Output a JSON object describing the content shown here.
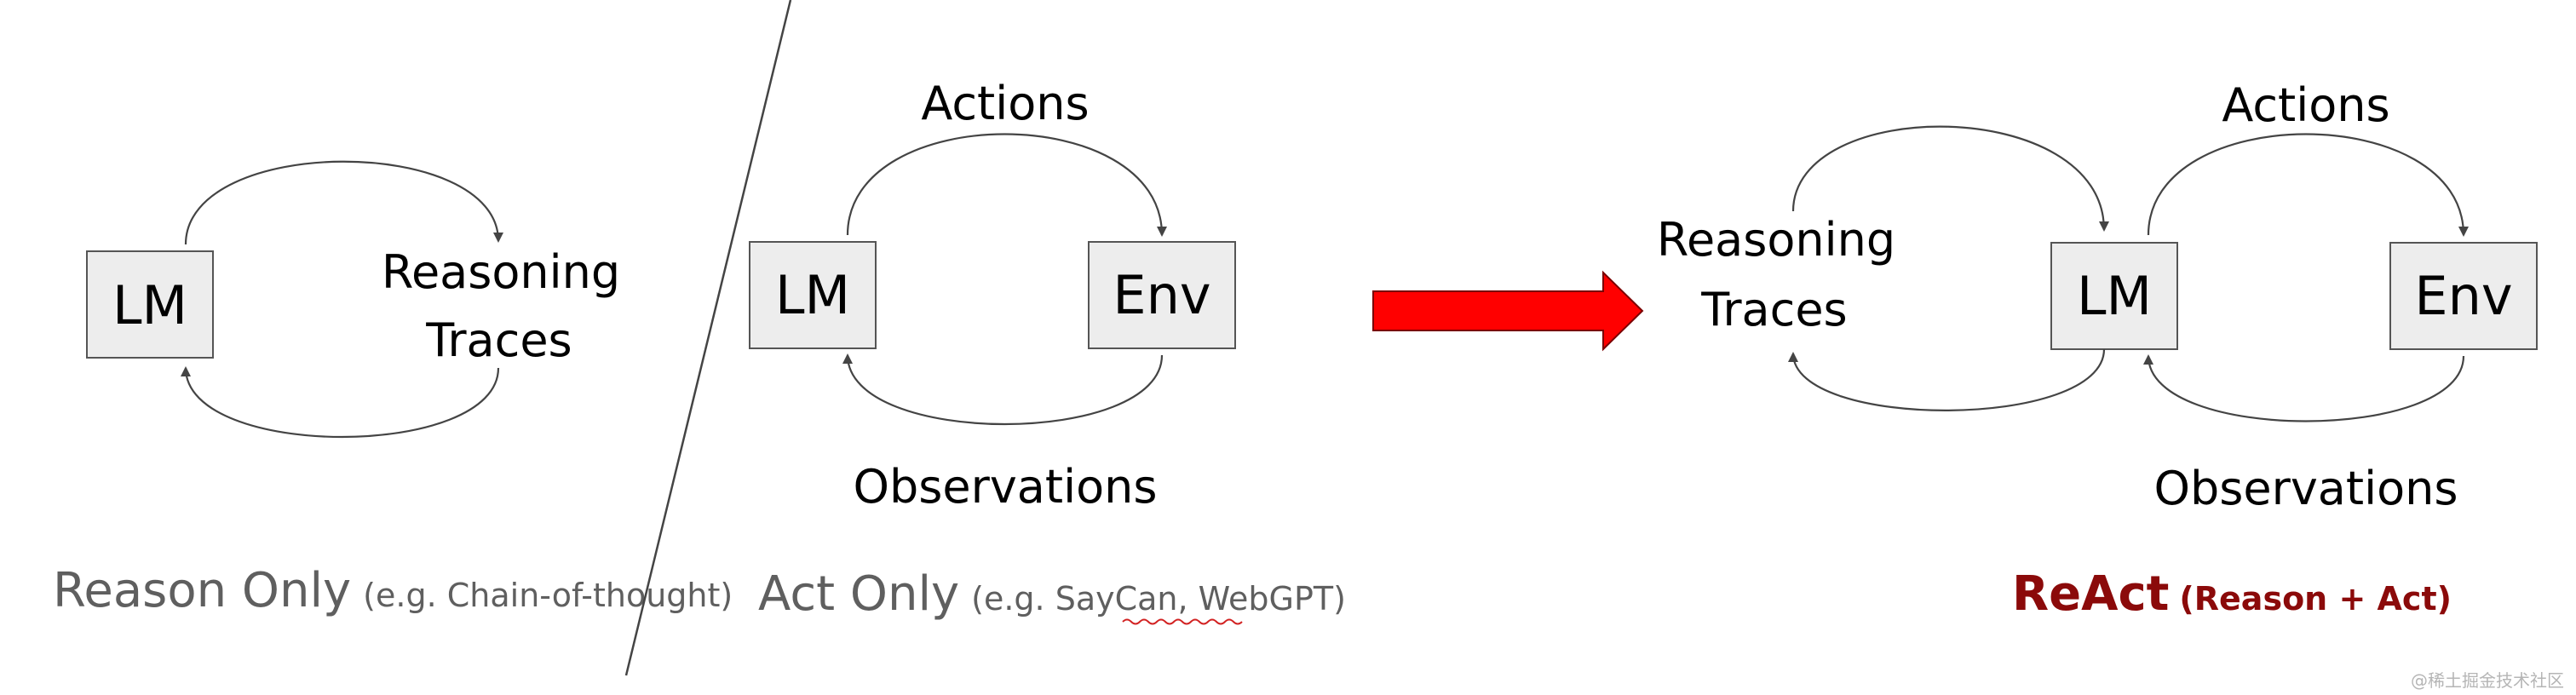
{
  "colors": {
    "box_fill": "#ededed",
    "box_stroke": "#555555",
    "arrow_stroke": "#444444",
    "caption_gray": "#5f5f5f",
    "react_red": "#8b0a0a",
    "big_arrow_red": "#ff0000",
    "spellcheck_underline": "#d22222"
  },
  "panel_reason": {
    "lm_label": "LM",
    "traces_line1": "Reasoning",
    "traces_line2": "Traces",
    "caption_main": "Reason Only",
    "caption_sub": "(e.g. Chain-of-thought)"
  },
  "panel_act": {
    "lm_label": "LM",
    "env_label": "Env",
    "actions_label": "Actions",
    "observations_label": "Observations",
    "caption_main": "Act Only",
    "caption_sub_prefix": "(e.g. SayCan, ",
    "caption_sub_webgpt": "WebGPT",
    "caption_sub_suffix": ")"
  },
  "panel_react": {
    "traces_line1": "Reasoning",
    "traces_line2": "Traces",
    "lm_label": "LM",
    "env_label": "Env",
    "actions_label": "Actions",
    "observations_label": "Observations",
    "caption_main": "ReAct",
    "caption_sub": "(Reason + Act)"
  },
  "transition_arrow": {
    "icon": "right-arrow-icon"
  },
  "watermark": "@稀土掘金技术社区"
}
